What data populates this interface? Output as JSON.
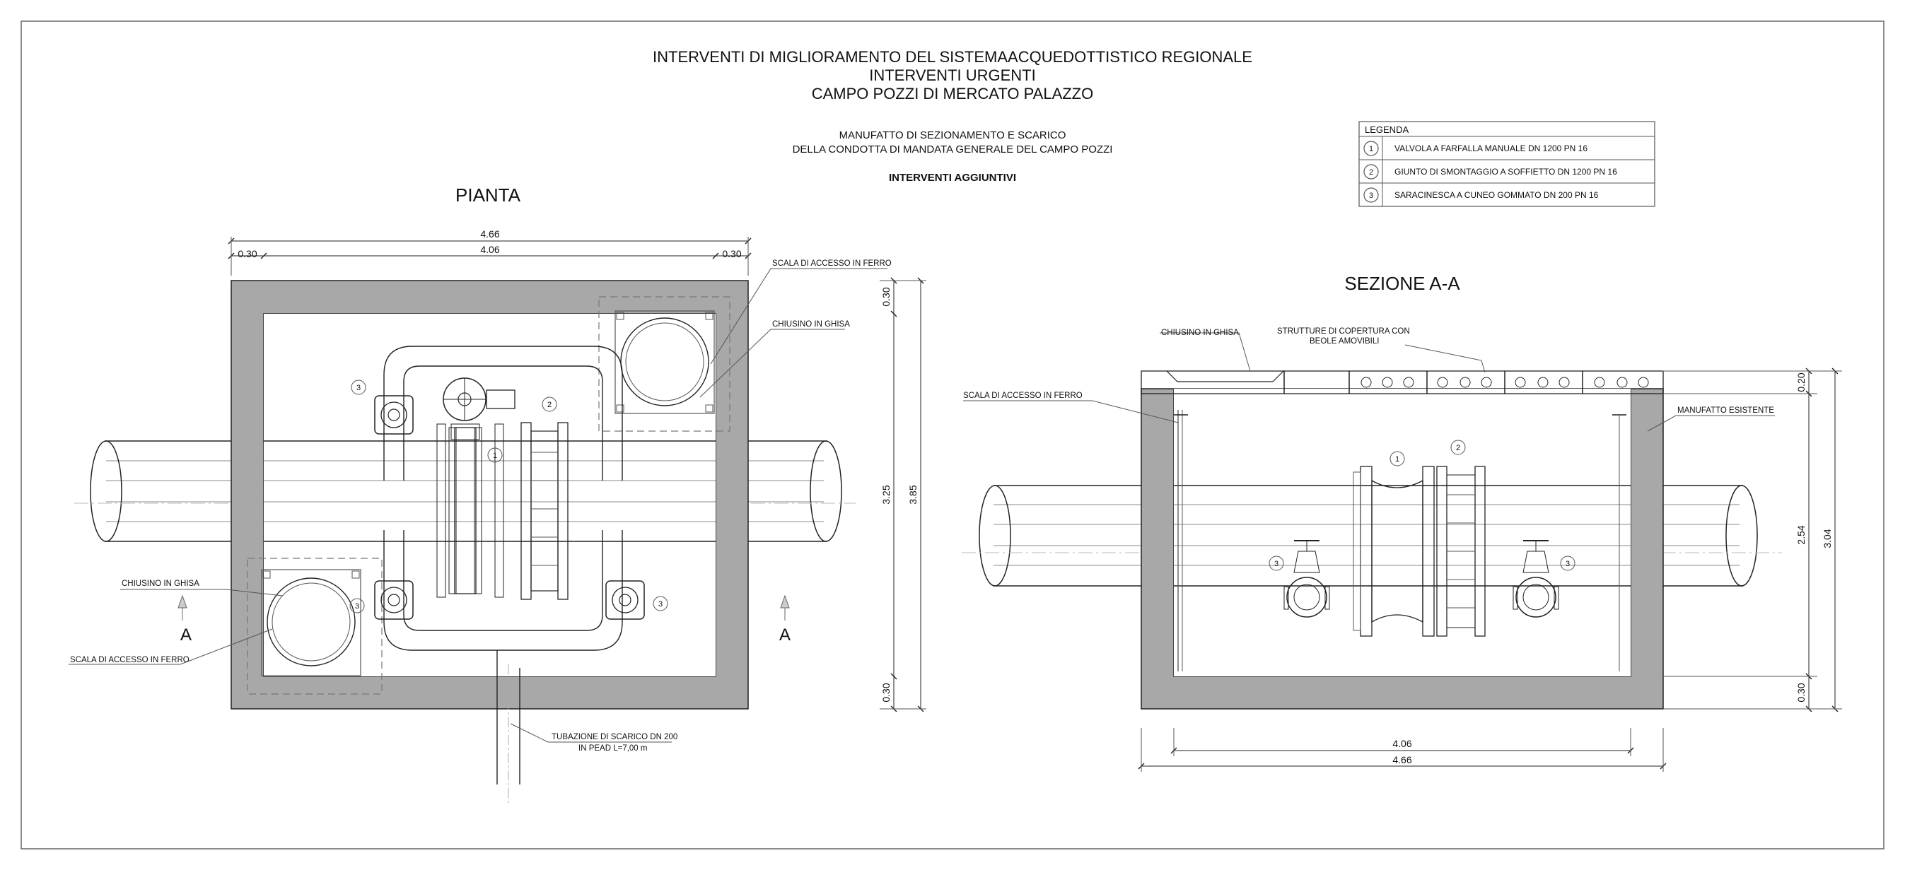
{
  "header": {
    "line1": "INTERVENTI DI MIGLIORAMENTO DEL SISTEMAACQUEDOTTISTICO REGIONALE",
    "line2": "INTERVENTI URGENTI",
    "line3": "CAMPO POZZI DI MERCATO PALAZZO",
    "sub1": "MANUFATTO DI SEZIONAMENTO E SCARICO",
    "sub2": "DELLA CONDOTTA DI MANDATA GENERALE DEL CAMPO POZZI",
    "sub3": "INTERVENTI AGGIUNTIVI"
  },
  "legend": {
    "title": "LEGENDA",
    "items": [
      {
        "num": "1",
        "text": "VALVOLA A FARFALLA MANUALE DN 1200 PN 16"
      },
      {
        "num": "2",
        "text": "GIUNTO DI SMONTAGGIO A SOFFIETTO DN 1200 PN 16"
      },
      {
        "num": "3",
        "text": "SARACINESCA A CUNEO GOMMATO DN 200 PN 16"
      }
    ]
  },
  "plan": {
    "title": "PIANTA",
    "dims": {
      "overall": "4.66",
      "inner": "4.06",
      "left": "0.30",
      "right": "0.30",
      "top_wall": "0.30",
      "inner_h": "3.25",
      "overall_h": "3.85",
      "bottom_wall": "0.30"
    },
    "labels": {
      "ladder_top": "SCALA DI ACCESSO IN FERRO",
      "cover_top": "CHIUSINO IN GHISA",
      "cover_left": "CHIUSINO IN GHISA",
      "ladder_left": "SCALA DI ACCESSO IN FERRO",
      "drain1": "TUBAZIONE DI SCARICO DN 200",
      "drain2": "IN PEAD L=7,00 m",
      "sec_left": "A",
      "sec_right": "A"
    },
    "markers": {
      "m1": "1",
      "m2": "2",
      "m3a": "3",
      "m3b": "3",
      "m3c": "3"
    }
  },
  "section": {
    "title": "SEZIONE A-A",
    "dims": {
      "top": "0.20",
      "inner_h": "2.54",
      "overall_h": "3.04",
      "bottom": "0.30",
      "inner_w": "4.06",
      "overall_w": "4.66"
    },
    "labels": {
      "cover": "CHIUSINO IN GHISA",
      "roof1": "STRUTTURE DI COPERTURA CON",
      "roof2": "BEOLE AMOVIBILI",
      "ladder": "SCALA DI ACCESSO IN FERRO",
      "existing": "MANUFATTO ESISTENTE"
    },
    "markers": {
      "m1": "1",
      "m2": "2",
      "m3a": "3",
      "m3b": "3"
    }
  }
}
